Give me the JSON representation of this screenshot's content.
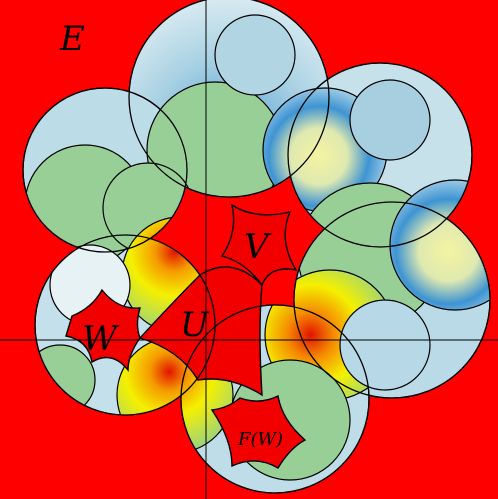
{
  "labels": {
    "e": "E",
    "u": "U",
    "v": "V",
    "w": "W",
    "fw": "F(W)"
  },
  "colors": {
    "background": "#ff0000",
    "green": "#97cf97",
    "light_blue": "#b9dbe6",
    "blue": "#3b8fd0",
    "yellow": "#f2f200",
    "orange": "#f9a200",
    "red_region": "#f20000",
    "outline": "#000000"
  }
}
